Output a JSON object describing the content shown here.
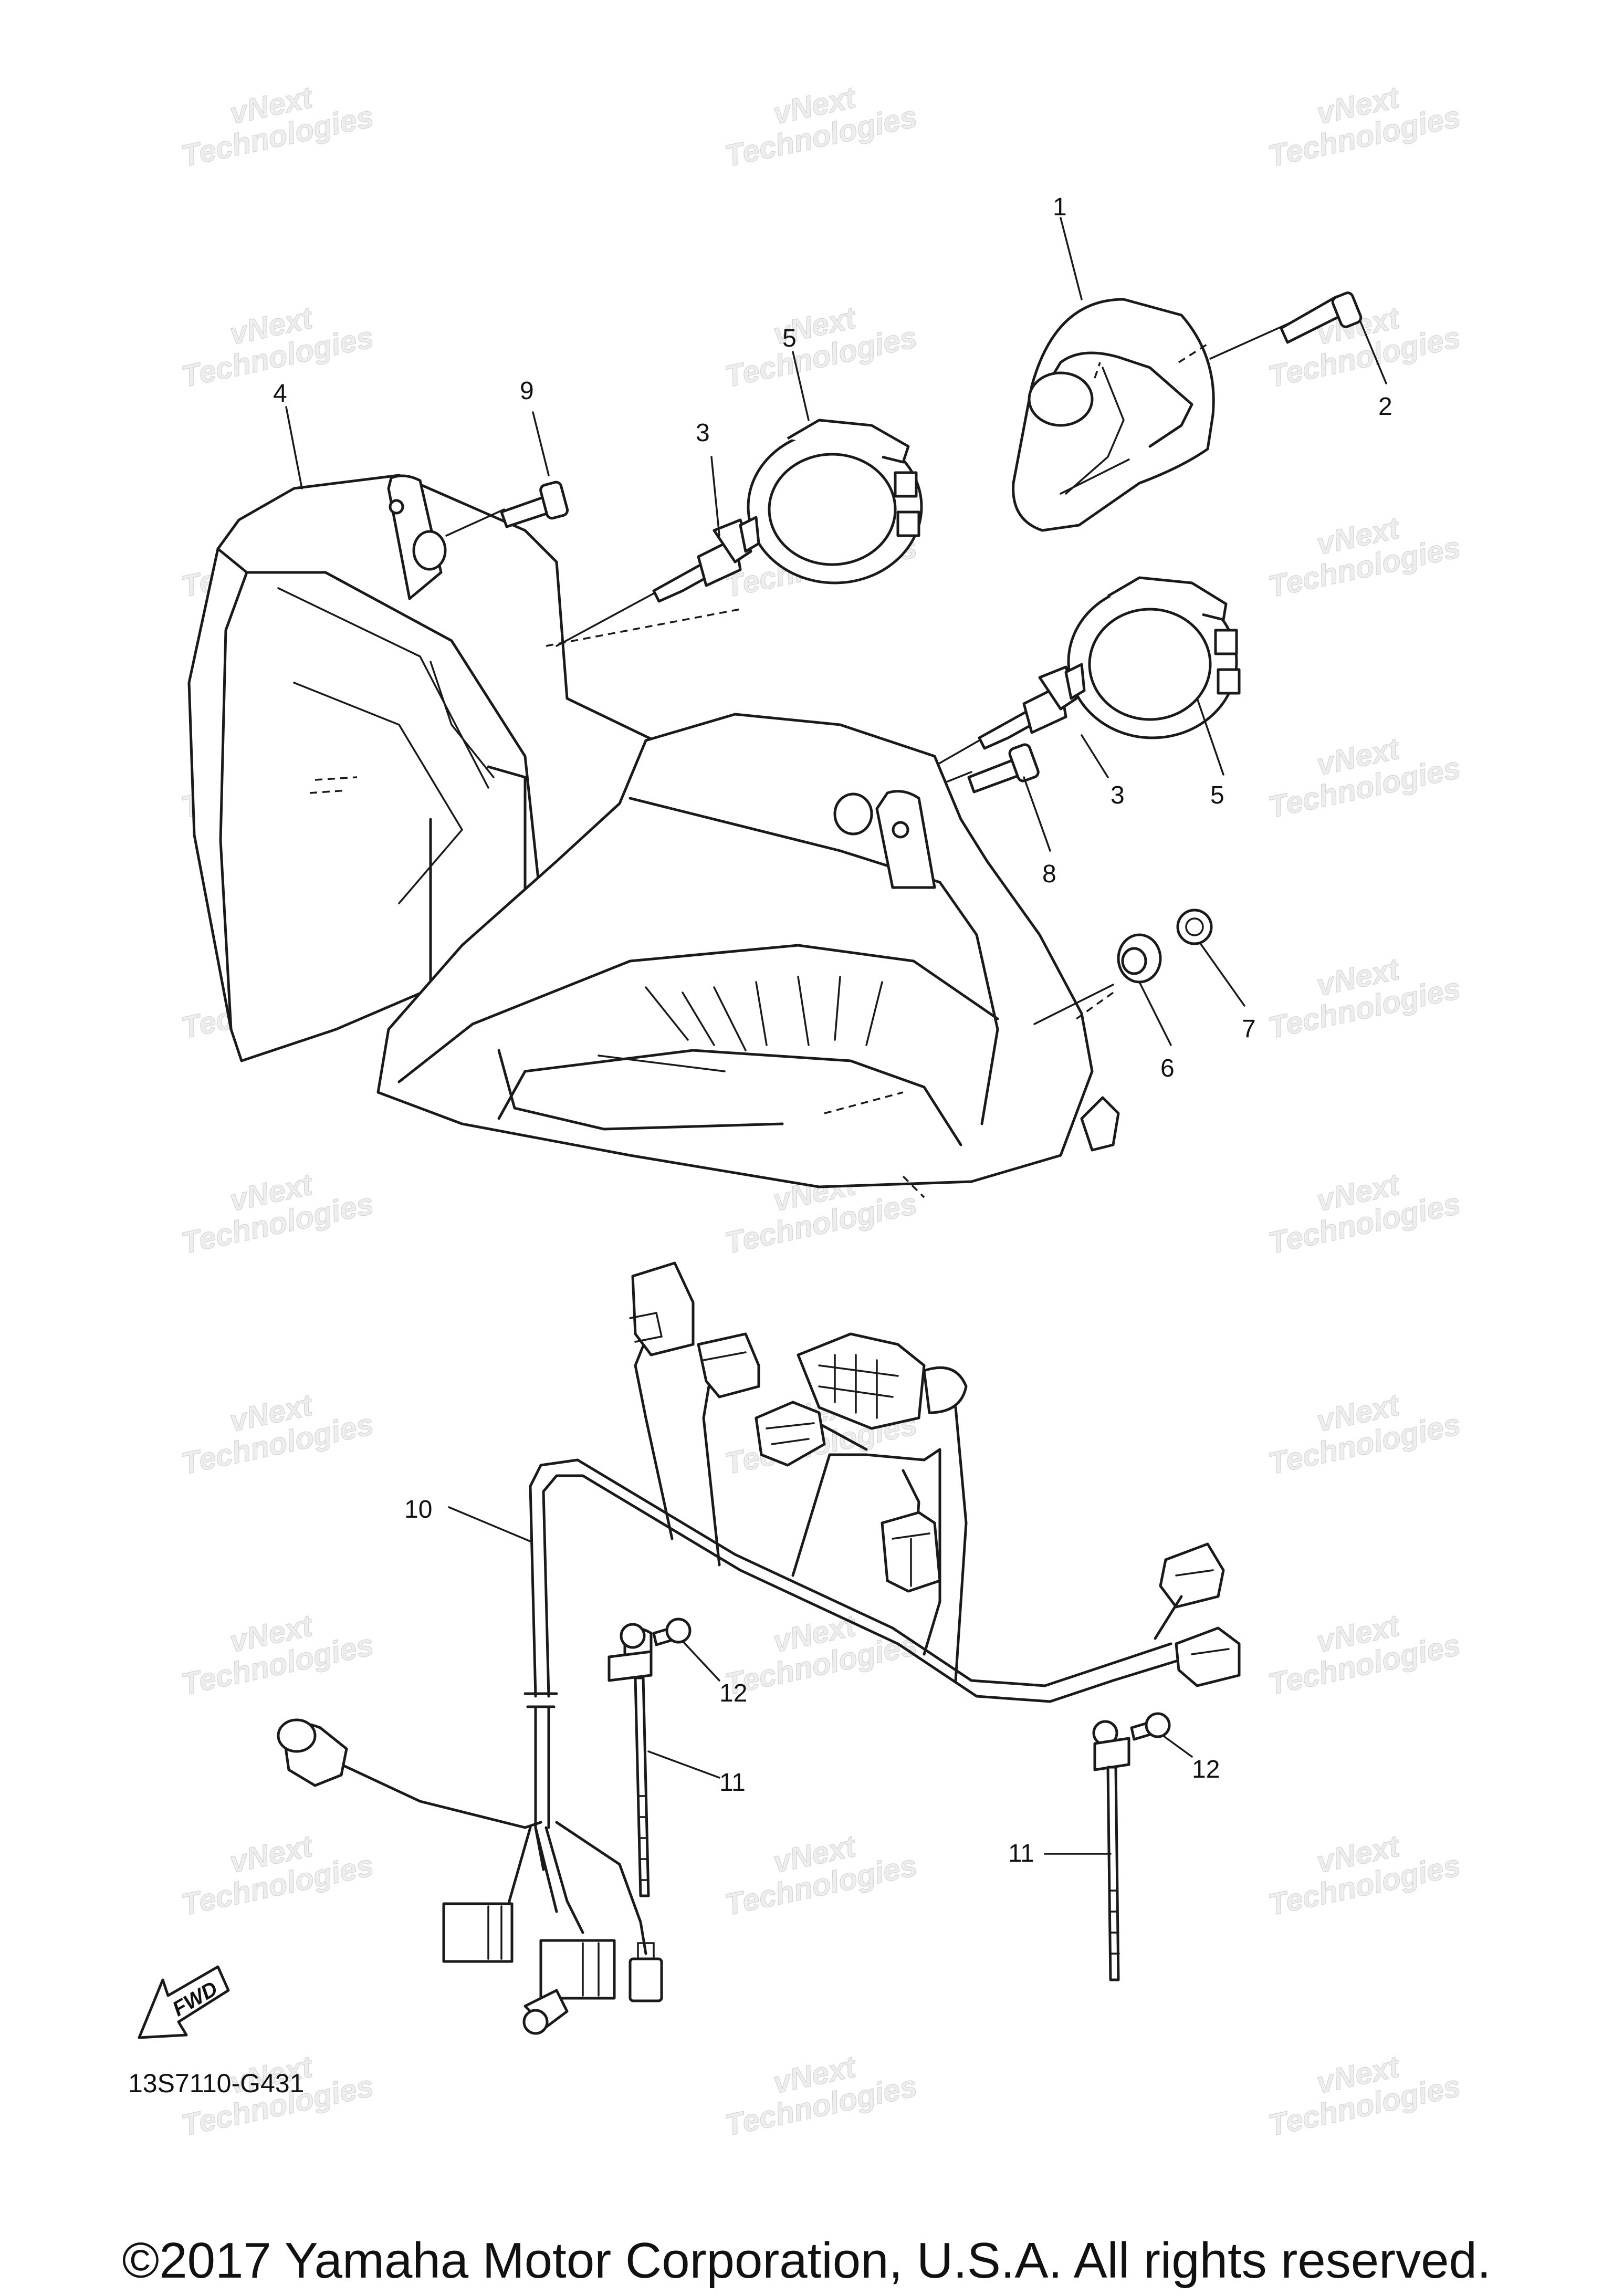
{
  "watermark": {
    "line1": "vNext",
    "line2": "Technologies"
  },
  "callouts": [
    {
      "id": "c1",
      "label": "1"
    },
    {
      "id": "c2",
      "label": "2"
    },
    {
      "id": "c3a",
      "label": "3"
    },
    {
      "id": "c3b",
      "label": "3"
    },
    {
      "id": "c4",
      "label": "4"
    },
    {
      "id": "c5a",
      "label": "5"
    },
    {
      "id": "c5b",
      "label": "5"
    },
    {
      "id": "c6",
      "label": "6"
    },
    {
      "id": "c7",
      "label": "7"
    },
    {
      "id": "c8",
      "label": "8"
    },
    {
      "id": "c9",
      "label": "9"
    },
    {
      "id": "c10",
      "label": "10"
    },
    {
      "id": "c11a",
      "label": "11"
    },
    {
      "id": "c11b",
      "label": "11"
    },
    {
      "id": "c12a",
      "label": "12"
    },
    {
      "id": "c12b",
      "label": "12"
    }
  ],
  "fwd_badge": "FWD",
  "diagram_code": "13S7110-G431",
  "copyright": "©2017 Yamaha Motor Corporation, U.S.A. All rights reserved."
}
